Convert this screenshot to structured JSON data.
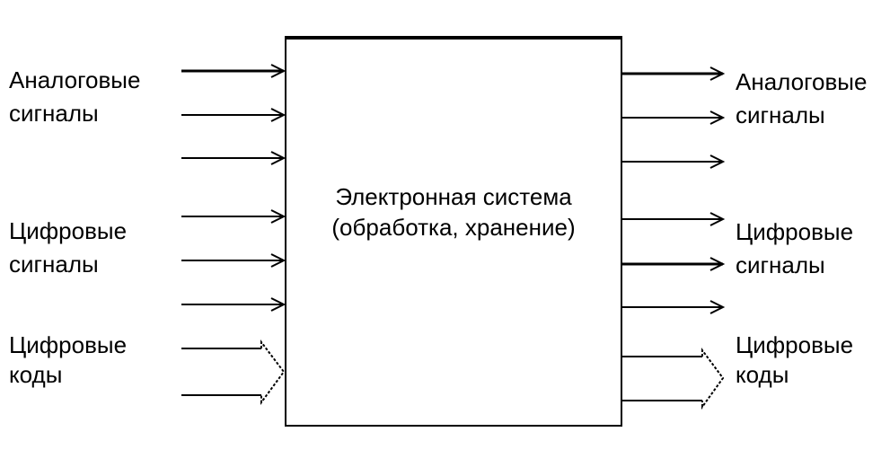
{
  "block": {
    "line1": "Электронная система",
    "line2": "(обработка, хранение)"
  },
  "inputs": {
    "analog": {
      "line1": "Аналоговые",
      "line2": "сигналы"
    },
    "digital": {
      "line1": "Цифровые",
      "line2": "сигналы"
    },
    "codes": {
      "line1": "Цифровые",
      "line2": "коды"
    }
  },
  "outputs": {
    "analog": {
      "line1": "Аналоговые",
      "line2": "сигналы"
    },
    "digital": {
      "line1": "Цифровые",
      "line2": "сигналы"
    },
    "codes": {
      "line1": "Цифровые",
      "line2": "коды"
    }
  },
  "colors": {
    "stroke": "#000000",
    "background": "#ffffff"
  }
}
